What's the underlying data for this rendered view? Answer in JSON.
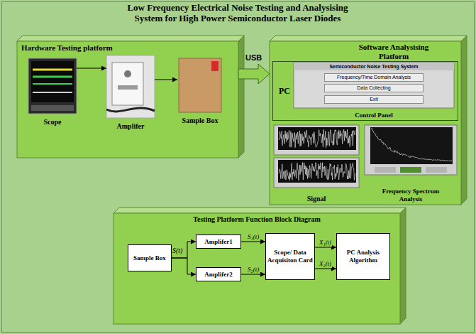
{
  "diagram": {
    "title": "Low Frequency Electrical Noise Testing and Analysising System for High Power Semiconductor Laser Diodes",
    "nodes": [
      {
        "text": [
          "Hardware Testing platform"
        ]
      },
      {
        "text": [
          "Scope"
        ],
        "in": 0
      },
      {
        "text": [
          "Amplifer"
        ],
        "in": 0
      },
      {
        "text": [
          "Sample Box"
        ],
        "in": 0
      },
      {
        "text": [
          "Software Analysising Platform"
        ]
      },
      {
        "text": [
          "PC"
        ],
        "in": 4
      },
      {
        "text": [
          "Semiconductor Noise Testing System",
          "Control Panel"
        ],
        "in": 5
      },
      {
        "text": [
          "Frequency/Time Domain Analysis"
        ],
        "in": 6
      },
      {
        "text": [
          "Data Collecting"
        ],
        "in": 6
      },
      {
        "text": [
          "Exit"
        ],
        "in": 6
      },
      {
        "text": [
          "Signal"
        ],
        "in": 4
      },
      {
        "text": [
          "Frequency Spectrum Analysis"
        ],
        "in": 4
      },
      {
        "text": [
          "Testing Platform Function Block Diagram"
        ]
      },
      {
        "text": [
          "Sample Box"
        ],
        "in": 12
      },
      {
        "text": [
          "Amplifer1"
        ],
        "in": 12
      },
      {
        "text": [
          "Amplifer2"
        ],
        "in": 12
      },
      {
        "text": [
          "Scope/ Data Acquisiton Card"
        ],
        "in": 12
      },
      {
        "text": [
          "PC Analysis Algorithm"
        ],
        "in": 12
      }
    ],
    "edges": [
      {
        "from": 1,
        "to": 2,
        "arrow": "to"
      },
      {
        "from": 2,
        "to": 3,
        "arrow": "to"
      },
      {
        "from": 0,
        "to": 4,
        "label": "USB",
        "arrow": "to"
      },
      {
        "from": 13,
        "to": 14,
        "arrow": "to"
      },
      {
        "from": 13,
        "to": 15,
        "arrow": "to"
      },
      {
        "from": 14,
        "to": 16,
        "label": "S₁(t)",
        "arrow": "to"
      },
      {
        "from": 15,
        "to": 16,
        "label": "S₂(t)",
        "arrow": "to"
      },
      {
        "from": 16,
        "to": 17,
        "label": "X₁(t)",
        "arrow": "to"
      },
      {
        "from": 16,
        "to": 17,
        "label": "X₂(t)",
        "arrow": "to"
      }
    ],
    "labels": [
      "S(t)"
    ]
  }
}
